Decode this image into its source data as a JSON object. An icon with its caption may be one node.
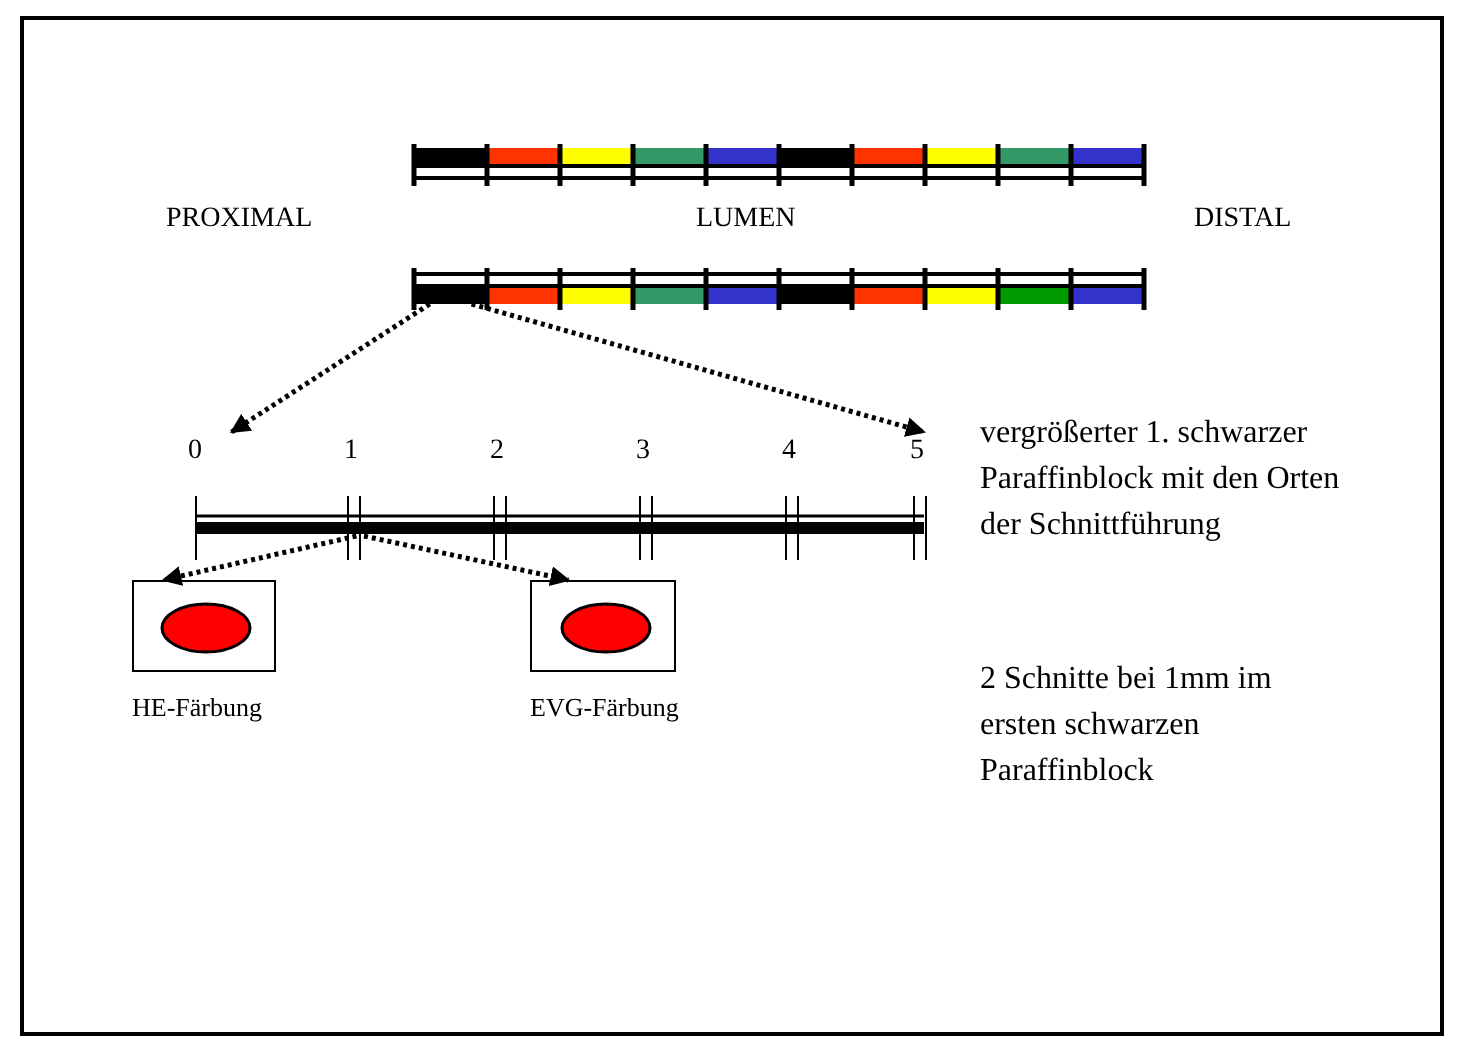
{
  "diagram": {
    "nodes": [
      {
        "text": [],
        "shape": "bar"
      },
      {
        "text": [],
        "shape": "bar"
      },
      {
        "text": [
          "HE-Färbung"
        ]
      },
      {
        "text": [
          "EVG-Färbung"
        ]
      }
    ],
    "edges": [
      {
        "from": 0,
        "to": 1,
        "arrow": "to",
        "style": "dashed"
      },
      {
        "from": 0,
        "to": 1,
        "arrow": "to",
        "style": "dashed"
      },
      {
        "from": 1,
        "to": 2,
        "arrow": "to",
        "style": "dashed"
      },
      {
        "from": 1,
        "to": 3,
        "arrow": "to",
        "style": "dashed"
      }
    ],
    "labels": [
      "PROXIMAL",
      "LUMEN",
      "DISTAL",
      "0",
      "1",
      "2",
      "3",
      "4",
      "5",
      "vergrößerter 1. schwarzer Paraffinblock mit den Orten der Schnittführung",
      "2 Schnitte bei 1mm im ersten schwarzen Paraffinblock"
    ]
  }
}
